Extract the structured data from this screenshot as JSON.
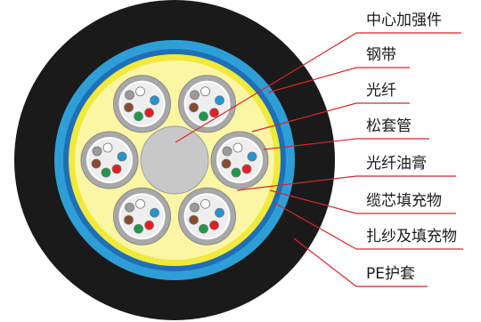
{
  "diagram": {
    "colors": {
      "sheath": "#1a1a1a",
      "tape_outer": "#2e9fd6",
      "tape_inner": "#1f6fb8",
      "yarn": "#f1ea3c",
      "filler": "#fbf6a4",
      "strength_member": "#c8c8c8",
      "tube_ring": "#a8a8a8",
      "tube_inner": "#ffffff",
      "jelly": "#eeeeee",
      "leader": "#d7262e"
    },
    "fiber_colors": [
      "#ffffff",
      "#2196d3",
      "#e41e26",
      "#1a9a48",
      "#8a4a2c",
      "#9b9b9b"
    ],
    "labels": [
      {
        "id": "central-strength-member",
        "text": "中心加强件"
      },
      {
        "id": "steel-tape",
        "text": "钢带"
      },
      {
        "id": "optical-fiber",
        "text": "光纤"
      },
      {
        "id": "loose-tube",
        "text": "松套管"
      },
      {
        "id": "fiber-jelly",
        "text": "光纤油膏"
      },
      {
        "id": "cable-filler",
        "text": "缆芯填充物"
      },
      {
        "id": "binder-yarn-filler",
        "text": "扎纱及填充物"
      },
      {
        "id": "pe-sheath",
        "text": "PE护套"
      }
    ]
  }
}
